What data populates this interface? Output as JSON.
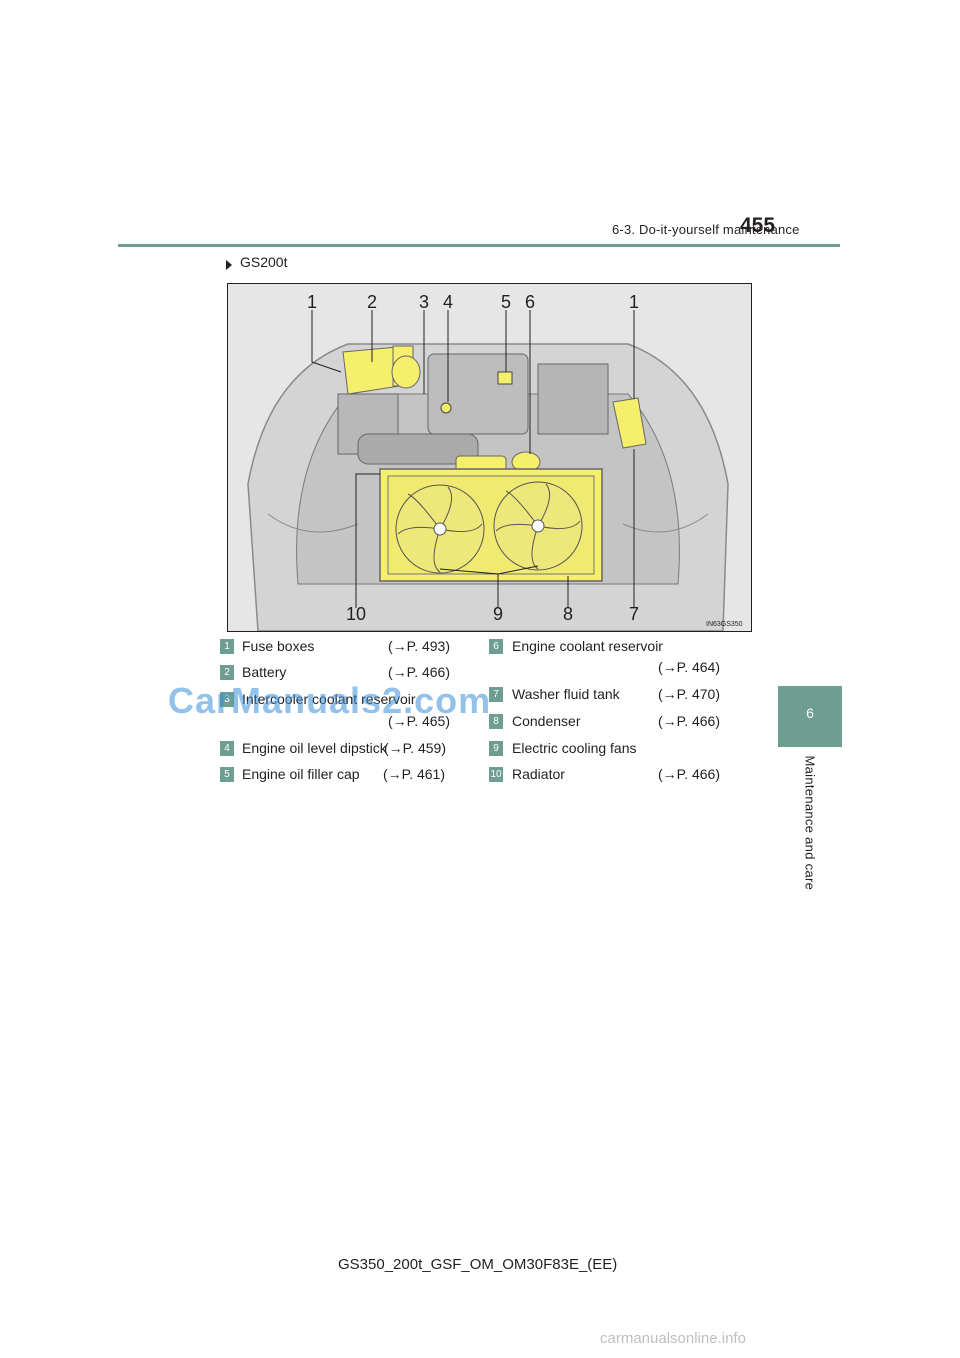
{
  "header": {
    "section": "6-3. Do-it-yourself maintenance",
    "page_number": "455"
  },
  "side_tab": {
    "number": "6",
    "label": "Maintenance and care"
  },
  "model_heading": "GS200t",
  "figure": {
    "callouts_top": [
      "1",
      "2",
      "3",
      "4",
      "5",
      "6",
      "1"
    ],
    "callouts_bottom": [
      "10",
      "9",
      "8",
      "7"
    ],
    "image_code": "IN63GS350",
    "highlight_color": "#f5ef6c"
  },
  "legend": [
    {
      "num": "1",
      "label": "Fuse boxes",
      "ref": "(→P. 493)"
    },
    {
      "num": "2",
      "label": "Battery",
      "ref": "(→P. 466)"
    },
    {
      "num": "3",
      "label": "Intercooler coolant reservoir",
      "ref": "(→P. 465)"
    },
    {
      "num": "4",
      "label": "Engine oil level dipstick",
      "ref": "(→P. 459)"
    },
    {
      "num": "5",
      "label": "Engine oil filler cap",
      "ref": "(→P. 461)"
    },
    {
      "num": "6",
      "label": "Engine coolant reservoir",
      "ref": "(→P. 464)"
    },
    {
      "num": "7",
      "label": "Washer fluid tank",
      "ref": "(→P. 470)"
    },
    {
      "num": "8",
      "label": "Condenser",
      "ref": "(→P. 466)"
    },
    {
      "num": "9",
      "label": "Electric cooling fans",
      "ref": ""
    },
    {
      "num": "10",
      "label": "Radiator",
      "ref": "(→P. 466)"
    }
  ],
  "watermark": "CarManuals2.com",
  "footer": "GS350_200t_GSF_OM_OM30F83E_(EE)",
  "bottom_watermark": "carmanualsonline.info"
}
